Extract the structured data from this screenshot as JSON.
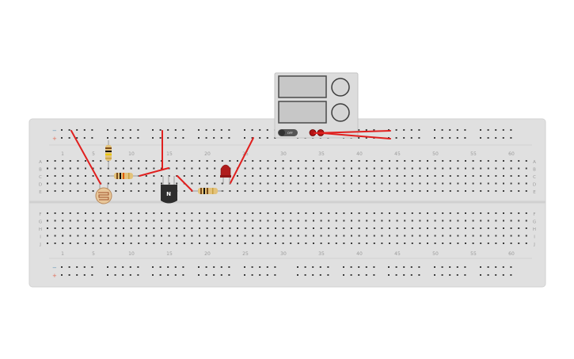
{
  "breadboard": {
    "column_labels": [
      "1",
      "5",
      "10",
      "15",
      "20",
      "25",
      "30",
      "35",
      "40",
      "45",
      "50",
      "55",
      "60"
    ],
    "top_row_labels": [
      "A",
      "B",
      "C",
      "D",
      "E"
    ],
    "bottom_row_labels": [
      "F",
      "G",
      "H",
      "I",
      "J"
    ],
    "rail_minus": "−",
    "rail_plus": "+"
  },
  "power_supply": {
    "switch_label": "OFF"
  },
  "transistor": {
    "label": "N"
  },
  "colors": {
    "board": "#e0e0e0",
    "hole": "#3b3b3b",
    "wire": "#e0201f",
    "led": "#b01d1d",
    "minus_rail": "#5b8fb3",
    "plus_rail": "#e06a55"
  }
}
